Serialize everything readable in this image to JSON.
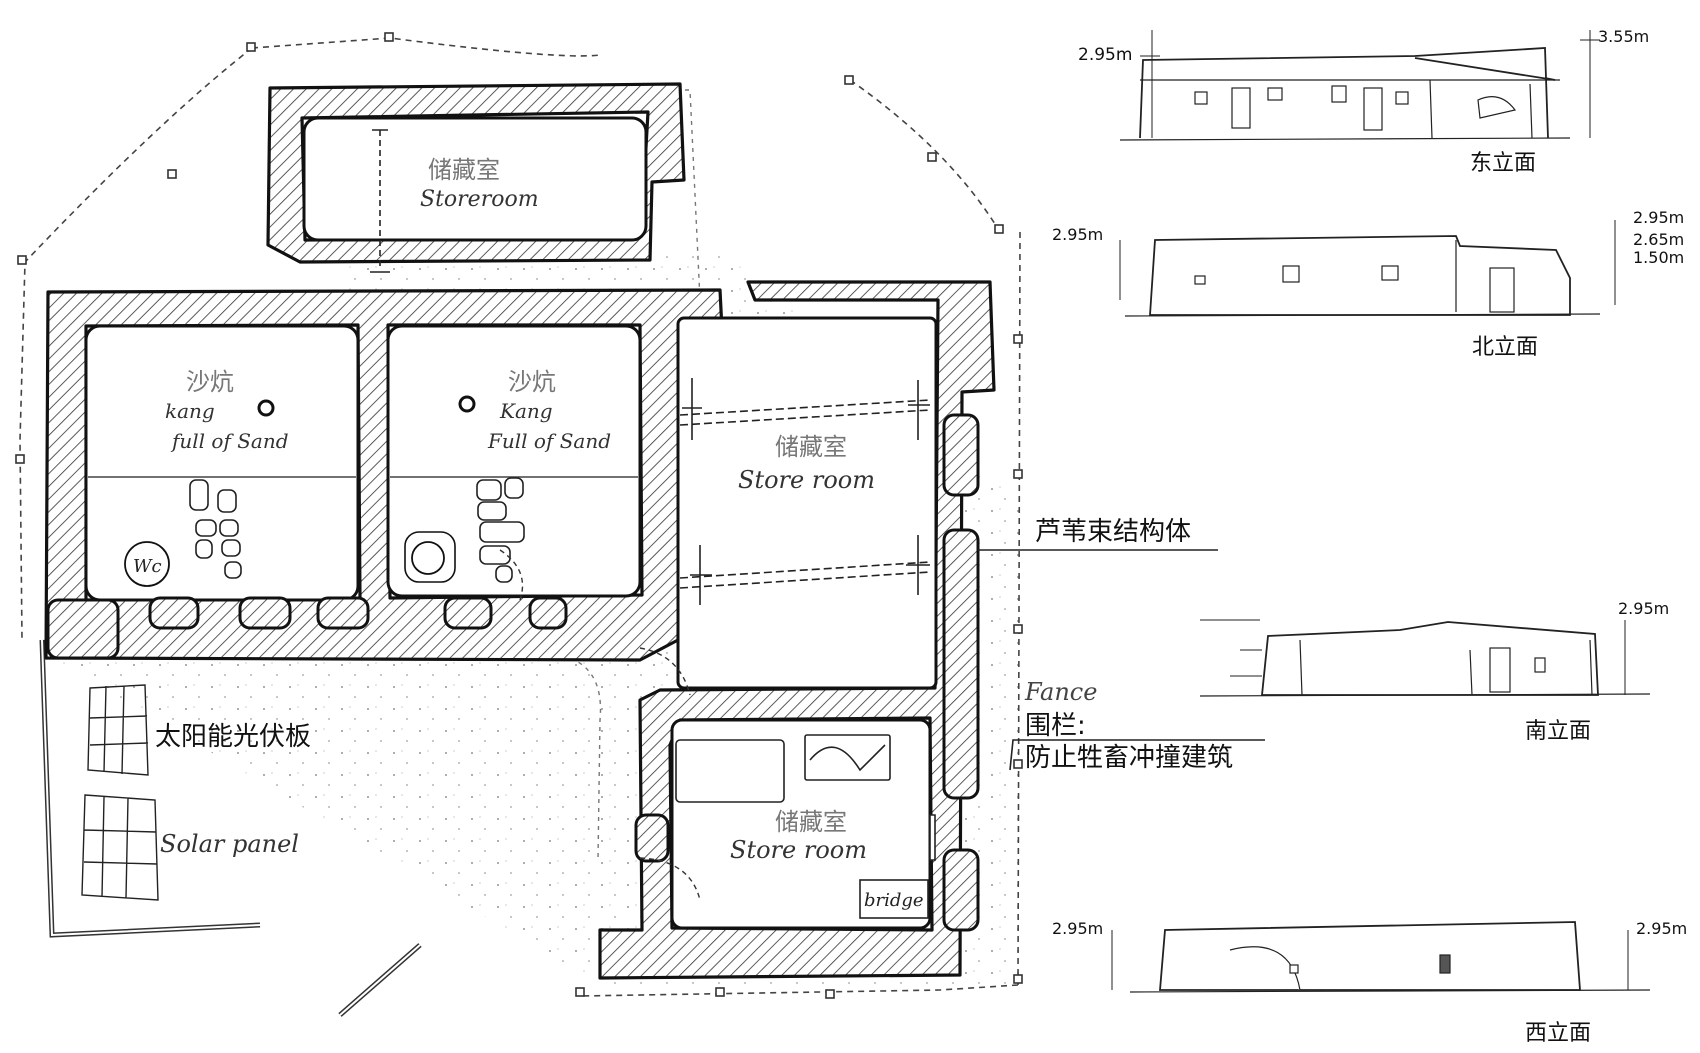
{
  "rooms": {
    "store_top": {
      "zh": "储藏室",
      "en": "Storeroom"
    },
    "kang_left": {
      "zh": "沙炕",
      "en1": "kang",
      "en2": "full of Sand"
    },
    "kang_mid": {
      "zh": "沙炕",
      "en1": "Kang",
      "en2": "Full of Sand"
    },
    "store_right": {
      "zh": "储藏室",
      "en": "Store room"
    },
    "store_bottom": {
      "zh": "储藏室",
      "en": "Store room"
    },
    "wc": "Wc",
    "bridge": "bridge"
  },
  "annotations": {
    "reed": "芦苇束结构体",
    "fence_en": "Fance",
    "fence_zh1": "围栏:",
    "fence_zh2": "防止牲畜冲撞建筑",
    "solar_zh": "太阳能光伏板",
    "solar_en": "Solar panel"
  },
  "elevations": {
    "east": {
      "title": "东立面",
      "h_left": "2.95m",
      "h_right": "3.55m"
    },
    "north": {
      "title": "北立面",
      "h_left": "2.95m",
      "h_r1": "2.95m",
      "h_r2": "2.65m",
      "h_r3": "1.50m"
    },
    "south": {
      "title": "南立面",
      "h_right": "2.95m"
    },
    "west": {
      "title": "西立面",
      "h_left": "2.95m",
      "h_right": "2.95m"
    }
  }
}
